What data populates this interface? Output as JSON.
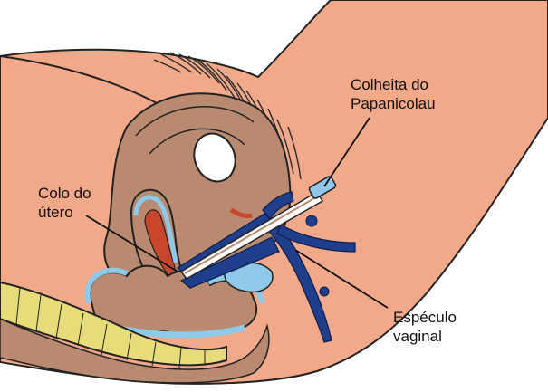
{
  "labels": {
    "pap_line1": "Colheita do",
    "pap_line2": "Papanicolau",
    "cervix_line1": "Colo do",
    "cervix_line2": "útero",
    "speculum_line1": "Espéculo",
    "speculum_line2": "vaginal"
  },
  "colors": {
    "skin": "#F2A98A",
    "tissue": "#B98A70",
    "uterus_red": "#C8462C",
    "bladder_blue": "#8FC8E8",
    "speculum_blue": "#1F3E8C",
    "spine_yellow": "#E8DC7A",
    "hair": "#2B2B2B"
  }
}
